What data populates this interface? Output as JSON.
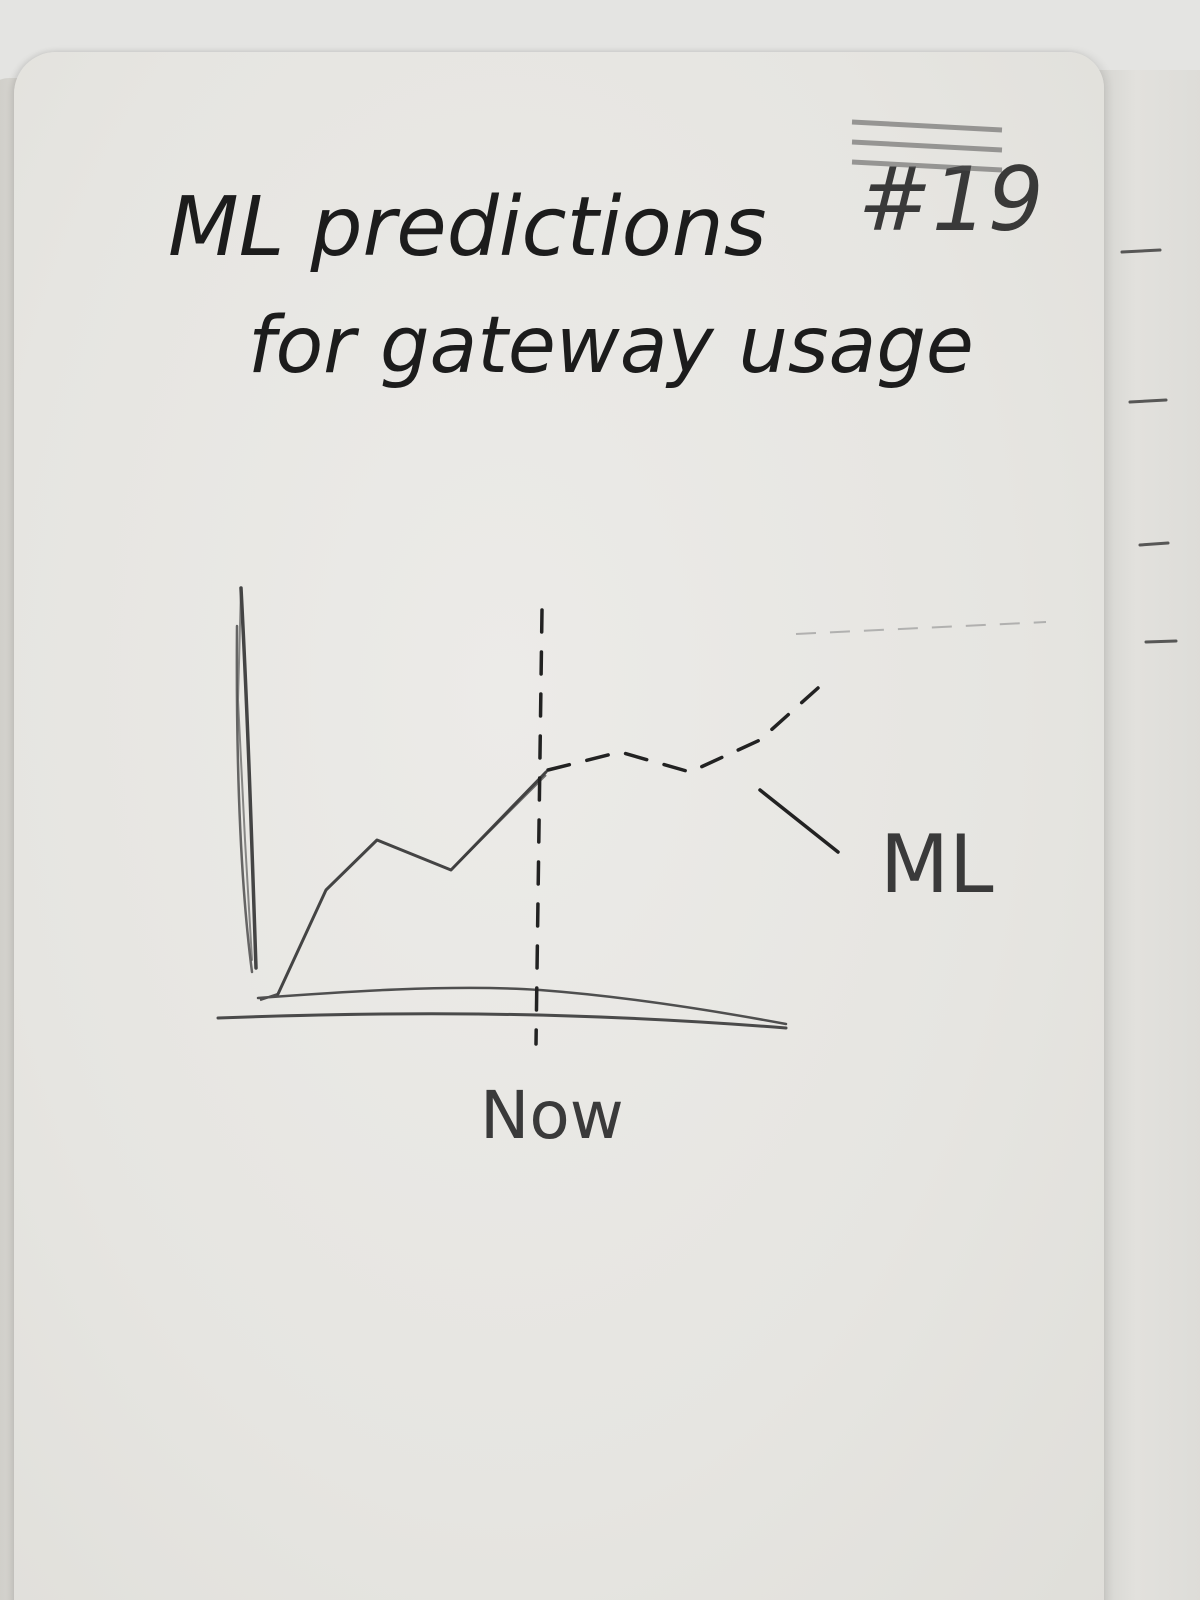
{
  "notebook_page": {
    "title_line_1": "ML predictions",
    "title_line_2": "for gateway usage",
    "page_number_mark": "#19"
  },
  "sketch": {
    "now_label": "Now",
    "forecast_label": "ML"
  },
  "colors": {
    "paper": "#e8e7e3",
    "pencil": "#3a3a3a",
    "ink": "#1c1c1c"
  }
}
